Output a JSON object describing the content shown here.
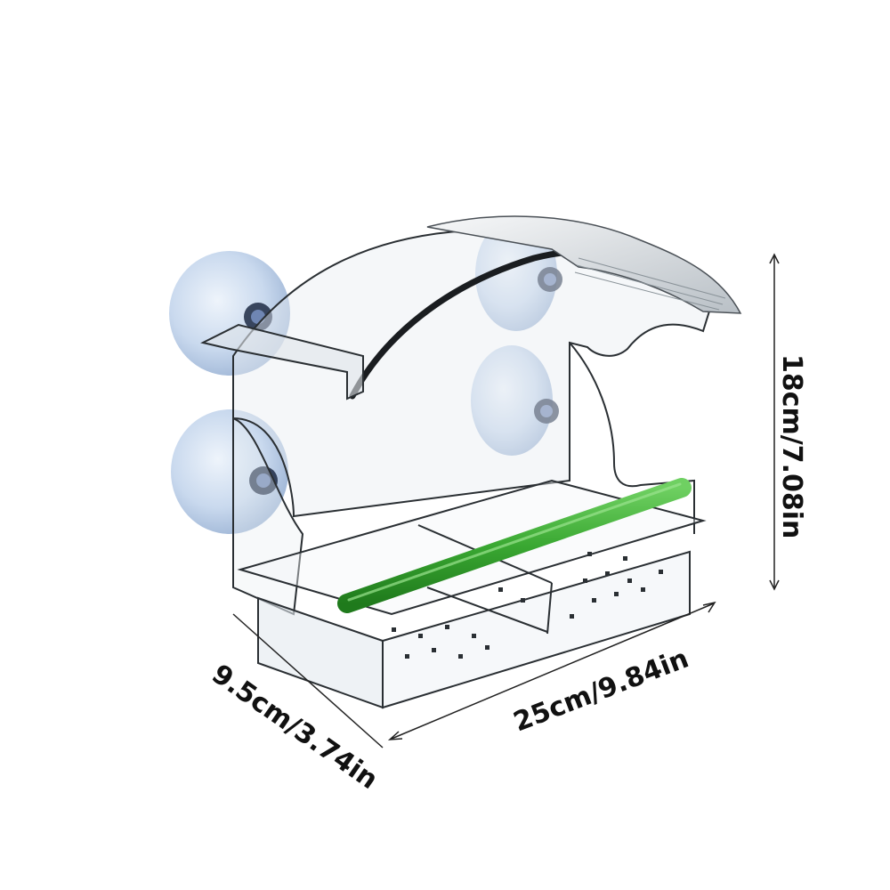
{
  "dimensions": {
    "height_label": "18cm/7.08in",
    "length_label": "25cm/9.84in",
    "depth_label": "9.5cm/3.74in"
  },
  "product": {
    "perch_color": "#3aa832",
    "suction_cup_color": "#c9d9ee",
    "acrylic_tint": "#e9eef2",
    "outline_color": "#2a2f33"
  }
}
